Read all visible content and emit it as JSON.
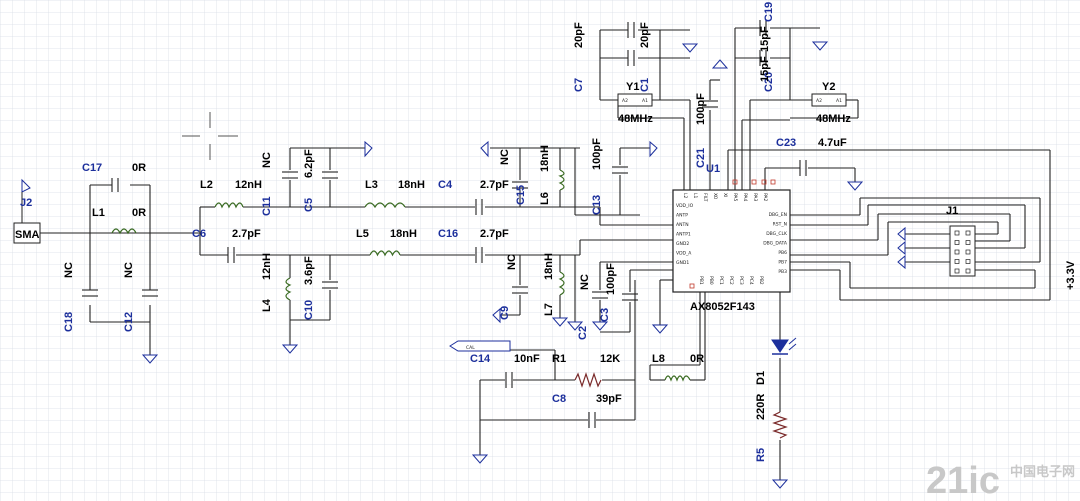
{
  "component_labels": [
    {
      "id": "J2",
      "text": "J2"
    },
    {
      "id": "SMA",
      "text": "SMA"
    },
    {
      "id": "C17",
      "text": "C17"
    },
    {
      "id": "C17_val",
      "text": "0R"
    },
    {
      "id": "L1",
      "text": "L1"
    },
    {
      "id": "L1_val",
      "text": "0R"
    },
    {
      "id": "C18",
      "text": "C18"
    },
    {
      "id": "C18_val",
      "text": "NC"
    },
    {
      "id": "C12",
      "text": "C12"
    },
    {
      "id": "C12_val",
      "text": "NC"
    },
    {
      "id": "C6",
      "text": "C6"
    },
    {
      "id": "C6_val",
      "text": "2.7pF"
    },
    {
      "id": "L2",
      "text": "L2"
    },
    {
      "id": "L2_val",
      "text": "12nH"
    },
    {
      "id": "C11_val",
      "text": "NC"
    },
    {
      "id": "C11",
      "text": "C11"
    },
    {
      "id": "C5_val",
      "text": "6.2pF"
    },
    {
      "id": "C5",
      "text": "C5"
    },
    {
      "id": "L4",
      "text": "L4"
    },
    {
      "id": "L4_val",
      "text": "12nH"
    },
    {
      "id": "C10_val",
      "text": "3.6pF"
    },
    {
      "id": "C10",
      "text": "C10"
    },
    {
      "id": "L3",
      "text": "L3"
    },
    {
      "id": "L3_val",
      "text": "18nH"
    },
    {
      "id": "L5",
      "text": "L5"
    },
    {
      "id": "L5_val",
      "text": "18nH"
    },
    {
      "id": "C4",
      "text": "C4"
    },
    {
      "id": "C4_val",
      "text": "2.7pF"
    },
    {
      "id": "C16",
      "text": "C16"
    },
    {
      "id": "C16_val",
      "text": "2.7pF"
    },
    {
      "id": "C15_val",
      "text": "NC"
    },
    {
      "id": "C15",
      "text": "C15"
    },
    {
      "id": "L6_val",
      "text": "18nH"
    },
    {
      "id": "L6",
      "text": "L6"
    },
    {
      "id": "C9_val",
      "text": "NC"
    },
    {
      "id": "C9",
      "text": "C9"
    },
    {
      "id": "L7_val",
      "text": "18nH"
    },
    {
      "id": "L7",
      "text": "L7"
    },
    {
      "id": "NC_a",
      "text": "NC"
    },
    {
      "id": "C13_val",
      "text": "100pF"
    },
    {
      "id": "C13",
      "text": "C13"
    },
    {
      "id": "C2_val",
      "text": "100pF"
    },
    {
      "id": "C2",
      "text": "C2"
    },
    {
      "id": "C3",
      "text": "C3"
    },
    {
      "id": "C14",
      "text": "C14"
    },
    {
      "id": "C14_val",
      "text": "10nF"
    },
    {
      "id": "R1",
      "text": "R1"
    },
    {
      "id": "R1_val",
      "text": "12K"
    },
    {
      "id": "C8",
      "text": "C8"
    },
    {
      "id": "C8_val",
      "text": "39pF"
    },
    {
      "id": "L8",
      "text": "L8"
    },
    {
      "id": "L8_val",
      "text": "0R"
    },
    {
      "id": "C7",
      "text": "C7"
    },
    {
      "id": "C7_val",
      "text": "20pF"
    },
    {
      "id": "C1_val",
      "text": "20pF"
    },
    {
      "id": "C1",
      "text": "C1"
    },
    {
      "id": "Y1",
      "text": "Y1"
    },
    {
      "id": "Y1_val",
      "text": "48MHz"
    },
    {
      "id": "C21_val",
      "text": "100pF"
    },
    {
      "id": "C21",
      "text": "C21"
    },
    {
      "id": "C19",
      "text": "C19"
    },
    {
      "id": "C19_val",
      "text": "15pF"
    },
    {
      "id": "C20",
      "text": "C20"
    },
    {
      "id": "C20_val",
      "text": "15pF"
    },
    {
      "id": "Y2",
      "text": "Y2"
    },
    {
      "id": "Y2_val",
      "text": "48MHz"
    },
    {
      "id": "U1",
      "text": "U1"
    },
    {
      "id": "U1_val",
      "text": "AX8052F143"
    },
    {
      "id": "C23",
      "text": "C23"
    },
    {
      "id": "C23_val",
      "text": "4.7uF"
    },
    {
      "id": "J1",
      "text": "J1"
    },
    {
      "id": "V33",
      "text": "+3.3V"
    },
    {
      "id": "D1",
      "text": "D1"
    },
    {
      "id": "R5_val",
      "text": "220R"
    },
    {
      "id": "R5",
      "text": "R5"
    }
  ],
  "net_labels": {
    "cal": "CAL"
  },
  "chip_pins_left": [
    "VDD_IO",
    "ANTP",
    "ANTN",
    "ANTP1",
    "GND2",
    "VDD_A",
    "GND1"
  ],
  "chip_pins_right": [
    "DBG_EN",
    "RST_N",
    "DBG_CLK",
    "DBG_DATA",
    "PB6",
    "PB7",
    "PB3"
  ],
  "chip_pins_top": [
    "L2",
    "L1",
    "FILT",
    "XO",
    "XI",
    "PA5",
    "PA4",
    "PA3",
    "PA2"
  ],
  "chip_pins_bottom": [
    "PB1",
    "PB0",
    "PC1",
    "PC2",
    "PC3",
    "PC4",
    "PB2"
  ],
  "watermark": {
    "logo": "21ic",
    "text": "中国电子网"
  }
}
